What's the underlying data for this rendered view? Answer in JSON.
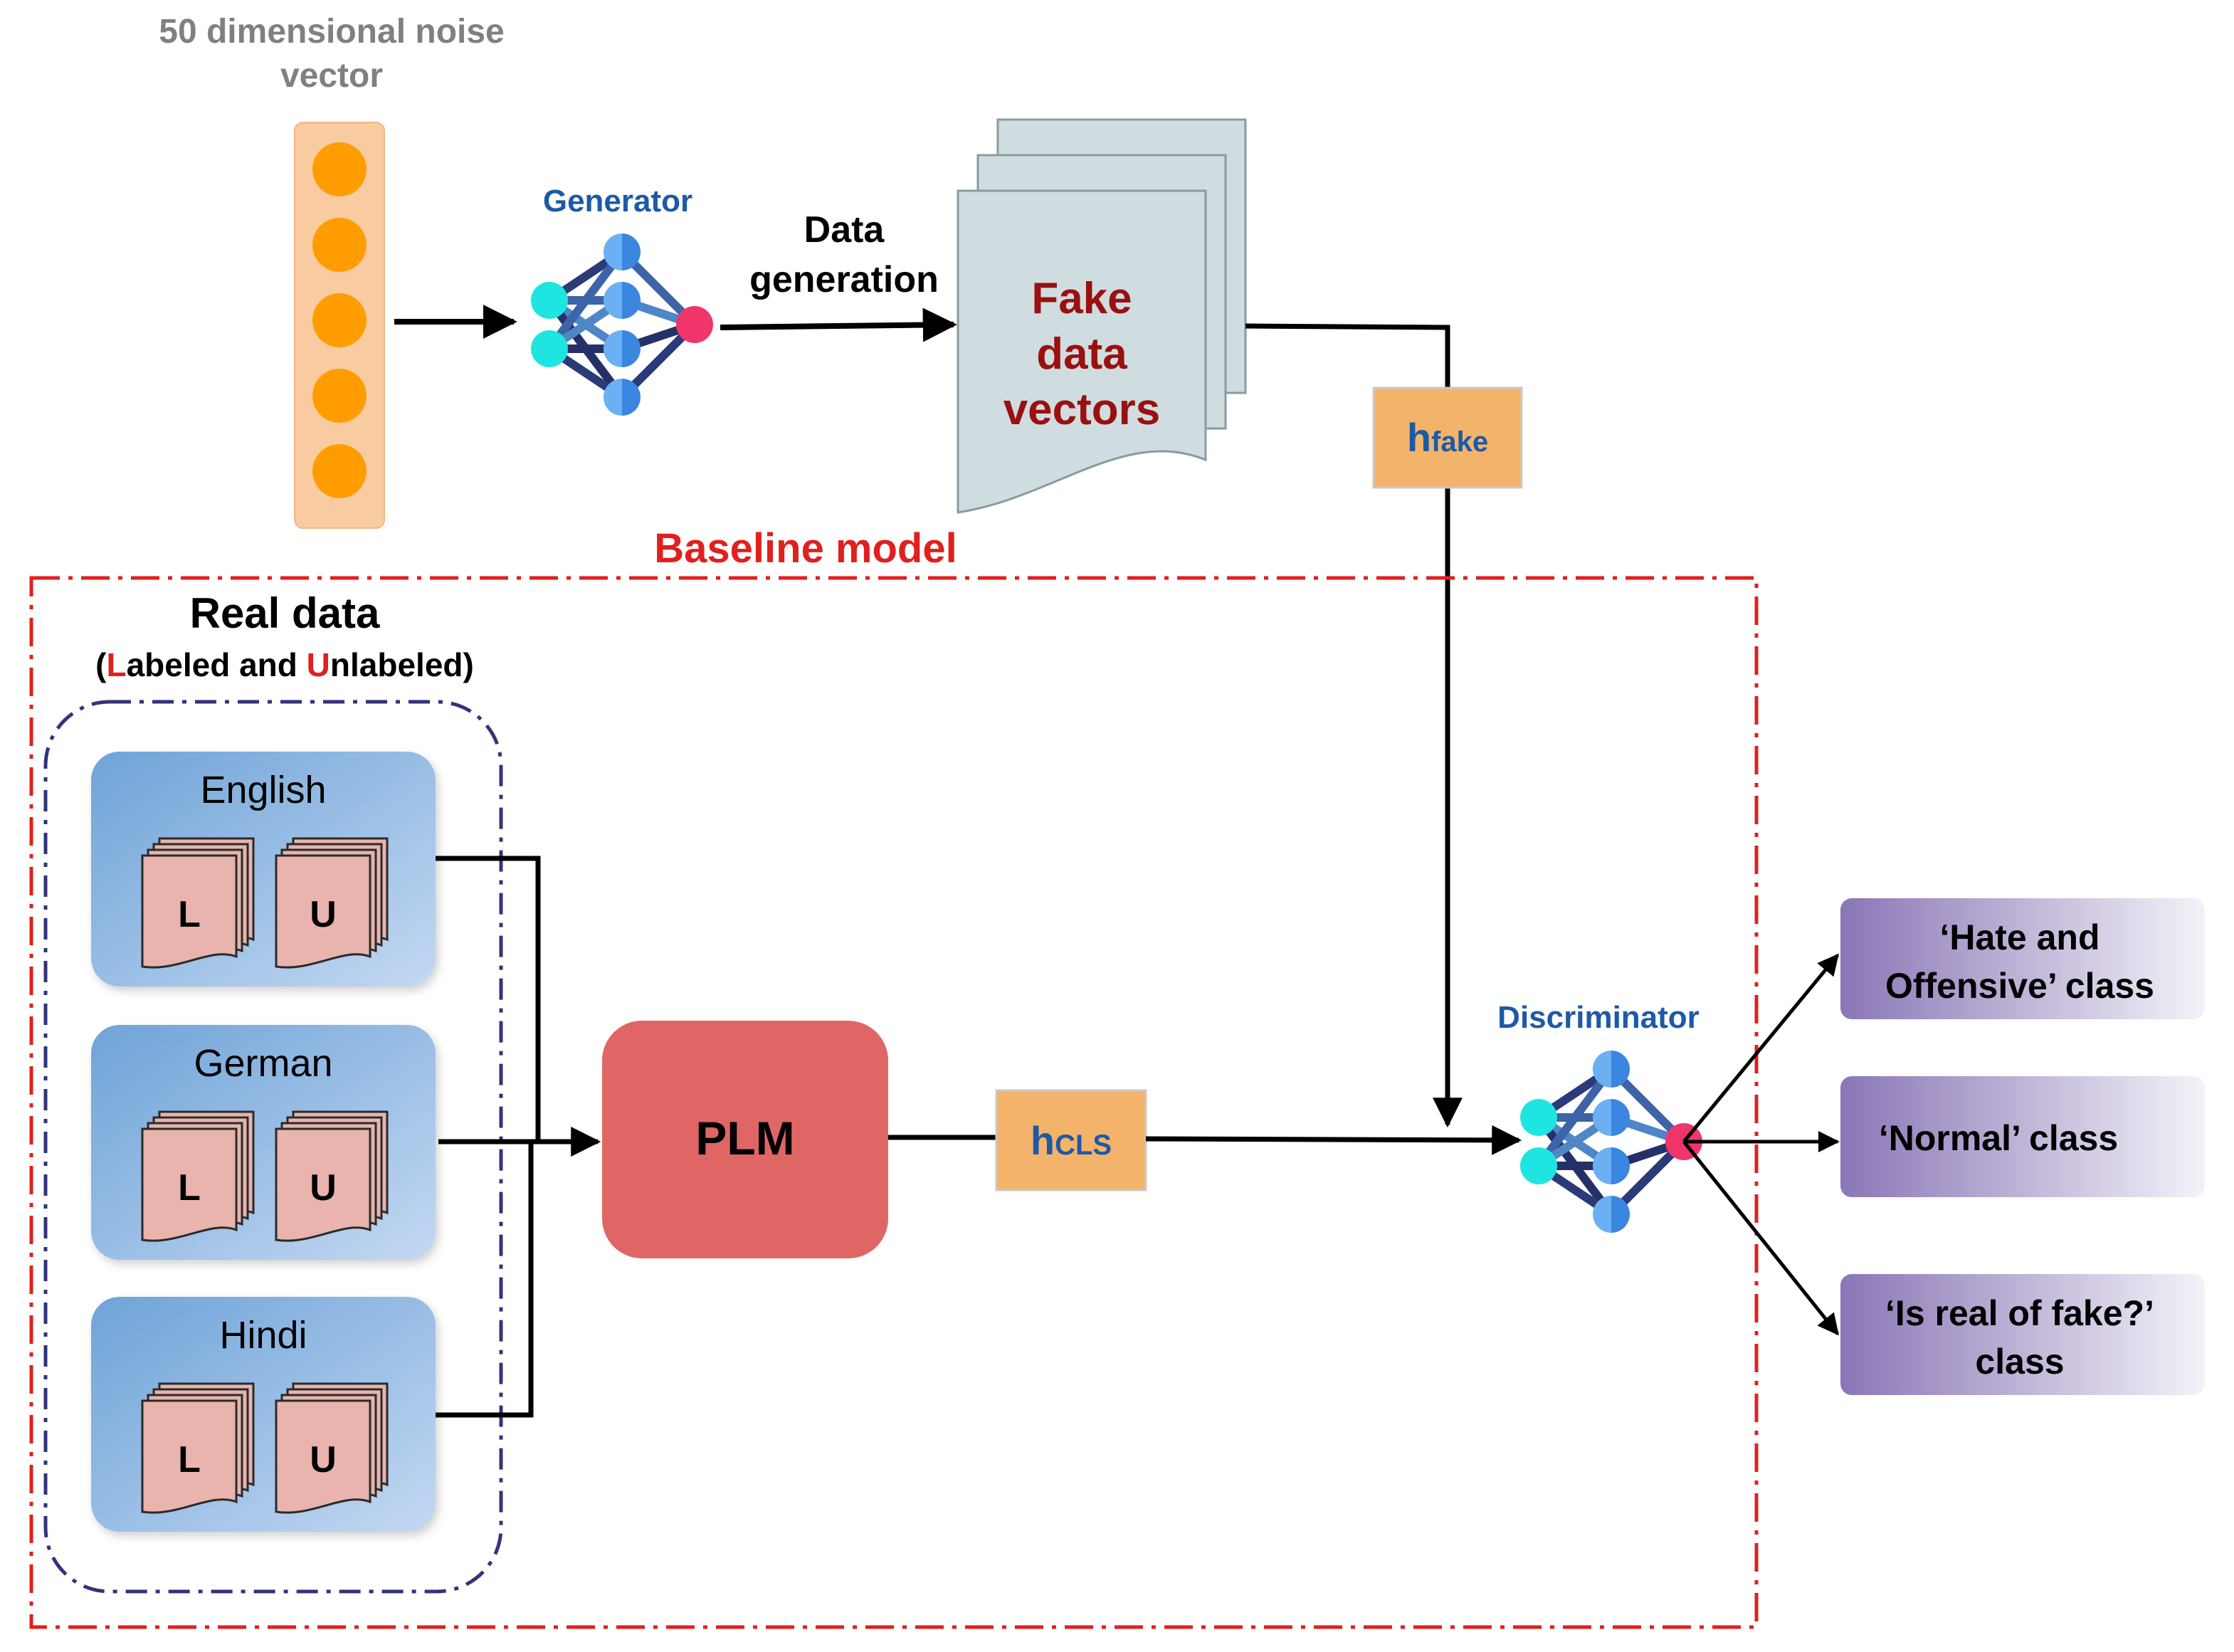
{
  "noise": {
    "title_line1": "50 dimensional noise",
    "title_line2": "vector",
    "node_count": 5
  },
  "generator": {
    "label": "Generator"
  },
  "data_generation": {
    "line1": "Data",
    "line2": "generation"
  },
  "fake_data": {
    "line1": "Fake",
    "line2": "data",
    "line3": "vectors"
  },
  "h_fake": {
    "h": "h",
    "sub": "fake"
  },
  "baseline": {
    "label": "Baseline model"
  },
  "real_data": {
    "title": "Real data",
    "sub_open": "(",
    "sub_L": "L",
    "sub_mid": "abeled and ",
    "sub_U": "U",
    "sub_close": "nlabeled)"
  },
  "languages": [
    {
      "name": "English",
      "l": "L",
      "u": "U"
    },
    {
      "name": "German",
      "l": "L",
      "u": "U"
    },
    {
      "name": "Hindi",
      "l": "L",
      "u": "U"
    }
  ],
  "plm": {
    "label": "PLM"
  },
  "h_cls": {
    "h": "h",
    "sub": "CLS"
  },
  "discriminator": {
    "label": "Discriminator"
  },
  "outputs": [
    {
      "line1": "‘Hate and",
      "line2": "Offensive’ class"
    },
    {
      "line1": "‘Normal’ class",
      "line2": ""
    },
    {
      "line1": "‘Is real of fake?’",
      "line2": "class"
    }
  ],
  "colors": {
    "noise_bg": "#f8cba0",
    "noise_node": "#ff9d00",
    "nn_blue": "#4a90e2",
    "nn_cyan": "#1fe5e0",
    "nn_pink": "#f0356b",
    "doc_fill": "#d0dde0",
    "doc_text": "#9a1010",
    "h_box": "#f4b36a",
    "baseline_red": "#e0201e",
    "lang_box": "#8fb8e0",
    "small_doc": "#e8b4ad",
    "plm": "#e06666",
    "output_purple": "#8a76b6",
    "label_blue": "#1c5aa6"
  }
}
